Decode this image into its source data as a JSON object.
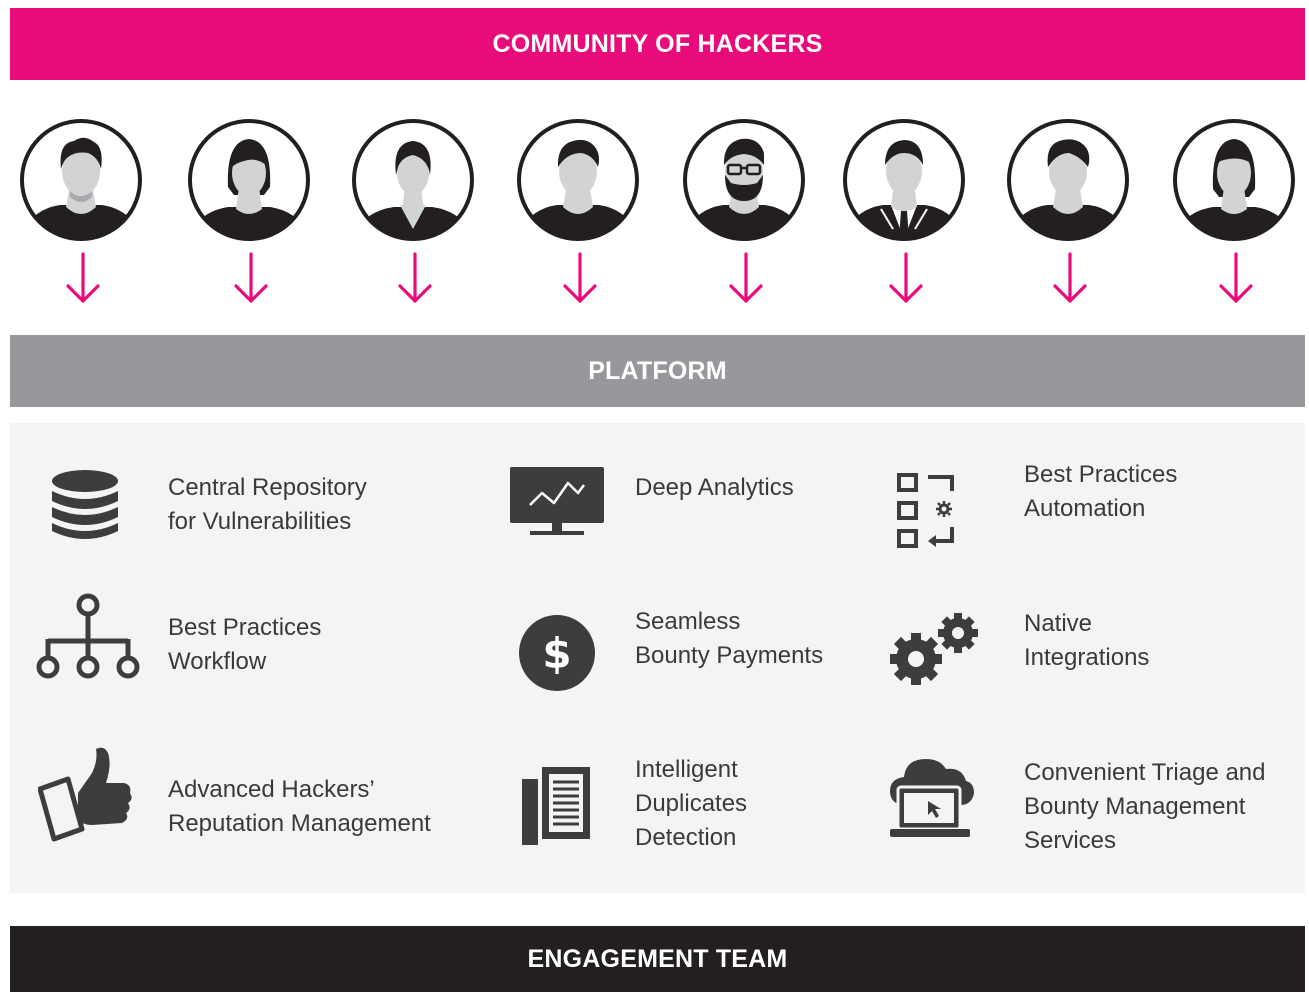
{
  "colors": {
    "accent": "#e90b7a",
    "platform_band": "#97989b",
    "engagement_band": "#231f20",
    "icon": "#3d3d3d",
    "panel_bg": "#f3f4f4"
  },
  "header": {
    "title": "COMMUNITY OF HACKERS"
  },
  "hackers": [
    {
      "icon": "hacker-male-avatar-icon"
    },
    {
      "icon": "hacker-female-bob-avatar-icon"
    },
    {
      "icon": "hacker-female-avatar-icon"
    },
    {
      "icon": "hacker-male-avatar-icon"
    },
    {
      "icon": "hacker-bearded-glasses-avatar-icon"
    },
    {
      "icon": "hacker-suit-avatar-icon"
    },
    {
      "icon": "hacker-male-avatar-icon"
    },
    {
      "icon": "hacker-female-bob-avatar-icon"
    }
  ],
  "platform": {
    "title": "PLATFORM",
    "features": [
      {
        "icon": "database-icon",
        "label": "Central Repository\nfor Vulnerabilities"
      },
      {
        "icon": "analytics-monitor-icon",
        "label": "Deep Analytics"
      },
      {
        "icon": "automation-checklist-icon",
        "label": "Best Practices\nAutomation"
      },
      {
        "icon": "workflow-hierarchy-icon",
        "label": "Best Practices\nWorkflow"
      },
      {
        "icon": "dollar-coin-icon",
        "label": "Seamless\nBounty Payments"
      },
      {
        "icon": "gears-icon",
        "label": "Native\nIntegrations"
      },
      {
        "icon": "thumbs-up-icon",
        "label": "Advanced Hackers’\nReputation Management"
      },
      {
        "icon": "document-duplicates-icon",
        "label": "Intelligent\nDuplicates\nDetection"
      },
      {
        "icon": "cloud-laptop-icon",
        "label": "Convenient Triage and\nBounty Management\nServices"
      }
    ]
  },
  "engagement": {
    "title": "ENGAGEMENT TEAM"
  }
}
